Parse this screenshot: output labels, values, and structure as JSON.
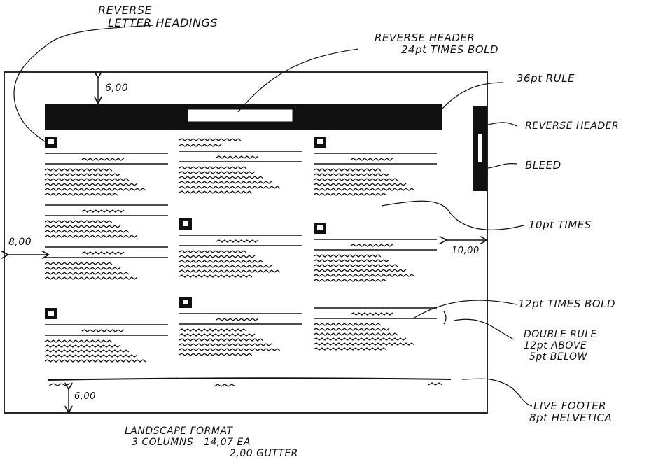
{
  "annotations": {
    "reverse_letter_headings": [
      "REVERSE",
      "LETTER HEADINGS"
    ],
    "reverse_header_main": [
      "REVERSE HEADER",
      "24pt TIMES BOLD"
    ],
    "rule_36pt": "36pt RULE",
    "reverse_header_side": "REVERSE HEADER",
    "bleed": "BLEED",
    "body_10pt": "10pt TIMES",
    "heading_12pt": "12pt TIMES BOLD",
    "double_rule": [
      "DOUBLE RULE",
      "12pt ABOVE",
      "5pt BELOW"
    ],
    "live_footer": [
      "LIVE FOOTER",
      "8pt HELVETICA"
    ],
    "format_notes": [
      "LANDSCAPE FORMAT",
      "3 COLUMNS   14,07 EA",
      "2,00 GUTTER"
    ]
  },
  "dimensions": {
    "top_margin": "6,00",
    "left_margin": "8,00",
    "right_margin": "10,00",
    "bottom_margin": "6,00"
  }
}
